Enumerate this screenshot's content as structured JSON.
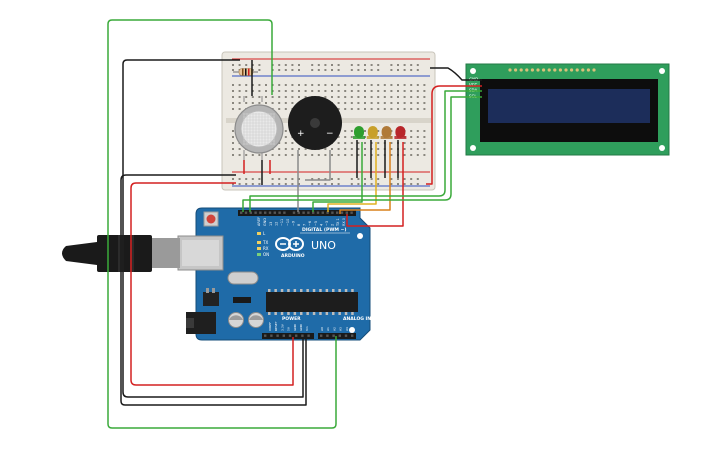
{
  "board": {
    "logo_text": "UNO",
    "brand": "ARDUINO",
    "digital_label": "DIGITAL (PWM ~)",
    "power_label": "POWER",
    "analog_label": "ANALOG IN",
    "tx_label": "TX",
    "rx_label": "RX",
    "l_label": "L",
    "on_label": "ON",
    "aref_label": "AREF",
    "gnd_label": "GND",
    "digital_pins": [
      "13",
      "12",
      "~11",
      "~10",
      "~9",
      "8",
      "7",
      "~6",
      "~5",
      "4",
      "~3",
      "2",
      "TX 1",
      "RX 0"
    ],
    "power_pins": [
      "IOREF",
      "RESET",
      "3.3V",
      "5V",
      "GND",
      "GND",
      "Vin"
    ],
    "analog_pins": [
      "A0",
      "A1",
      "A2",
      "A3",
      "A4",
      "A5"
    ]
  },
  "lcd": {
    "pins": [
      "GND",
      "VCC",
      "SDA",
      "SCL"
    ]
  },
  "buzzer": {
    "plus": "+",
    "minus": "−"
  },
  "leds": [
    {
      "name": "green",
      "color": "#2e9e2e"
    },
    {
      "name": "yellow",
      "color": "#c8a02a"
    },
    {
      "name": "orange",
      "color": "#b07a38"
    },
    {
      "name": "red",
      "color": "#b8262a"
    }
  ],
  "colors": {
    "board": "#1f6ba8",
    "board_dark": "#154c78",
    "lcd_pcb": "#2f9e5c",
    "lcd_screen": "#1c2d5a",
    "breadboard": "#ece9e2",
    "wire_red": "#d42020",
    "wire_black": "#1a1a1a",
    "wire_green": "#3aaa3a",
    "wire_yellow": "#e0b020",
    "wire_orange": "#d8801c",
    "wire_gray": "#8a8a8a"
  }
}
